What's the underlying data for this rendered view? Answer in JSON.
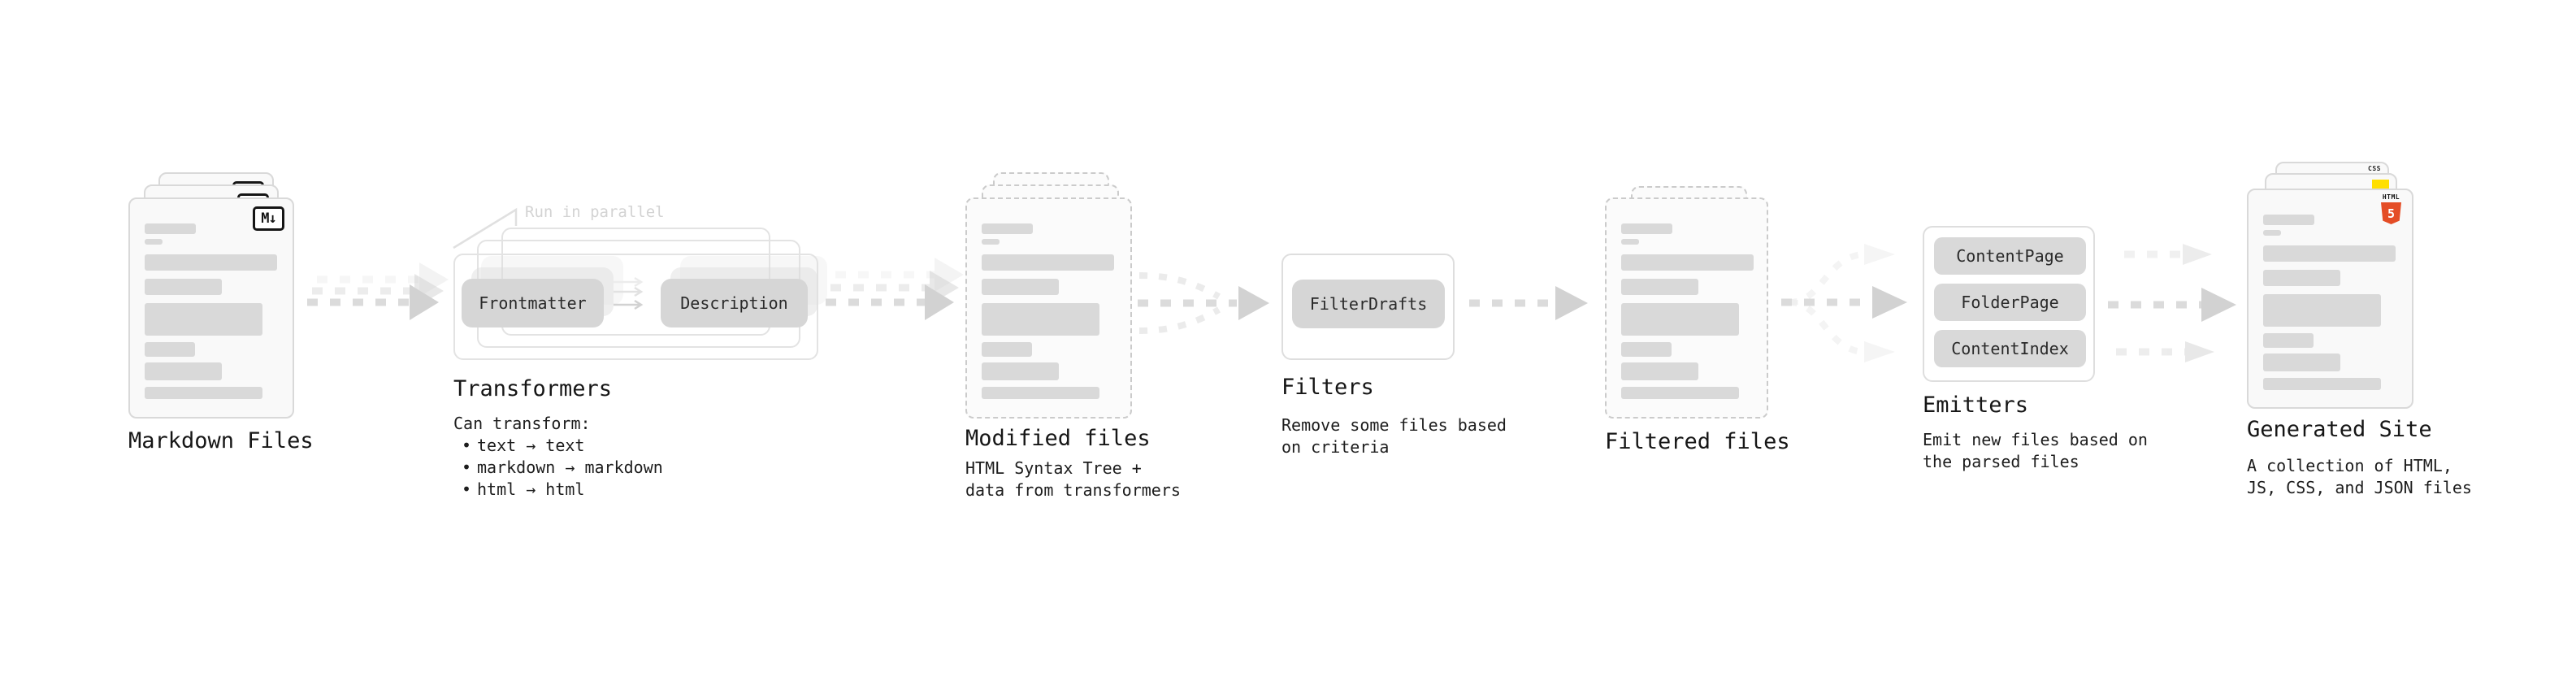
{
  "stages": {
    "markdown": {
      "title": "Markdown Files",
      "icon_label": "M↓"
    },
    "transformers": {
      "title": "Transformers",
      "annotation": "Run in parallel",
      "node_left": "Frontmatter",
      "node_right": "Description",
      "heading": "Can transform:",
      "bullets": [
        "text → text",
        "markdown → markdown",
        "html → html"
      ]
    },
    "modified": {
      "title": "Modified files",
      "subtitle": "HTML Syntax Tree +\ndata from transformers"
    },
    "filters": {
      "title": "Filters",
      "node": "FilterDrafts",
      "subtitle": "Remove some files based\non criteria"
    },
    "filtered": {
      "title": "Filtered files"
    },
    "emitters": {
      "title": "Emitters",
      "nodes": [
        "ContentPage",
        "FolderPage",
        "ContentIndex"
      ],
      "subtitle": "Emit new files based on\nthe parsed files"
    },
    "generated": {
      "title": "Generated Site",
      "subtitle": "A collection of HTML,\nJS, CSS, and JSON files",
      "badge_css": "CSS",
      "badge_html_word": "HTML",
      "badge_html_number": "5"
    }
  },
  "colors": {
    "html5_orange": "#e44d26",
    "js_yellow": "#ffdf00",
    "css_blue": "#2965f1",
    "node_gray": "#d6d6d6",
    "bar_gray": "#d9d9d9",
    "arrow_gray": "#d2d2d2",
    "annotation_gray": "#d3d3d3"
  }
}
